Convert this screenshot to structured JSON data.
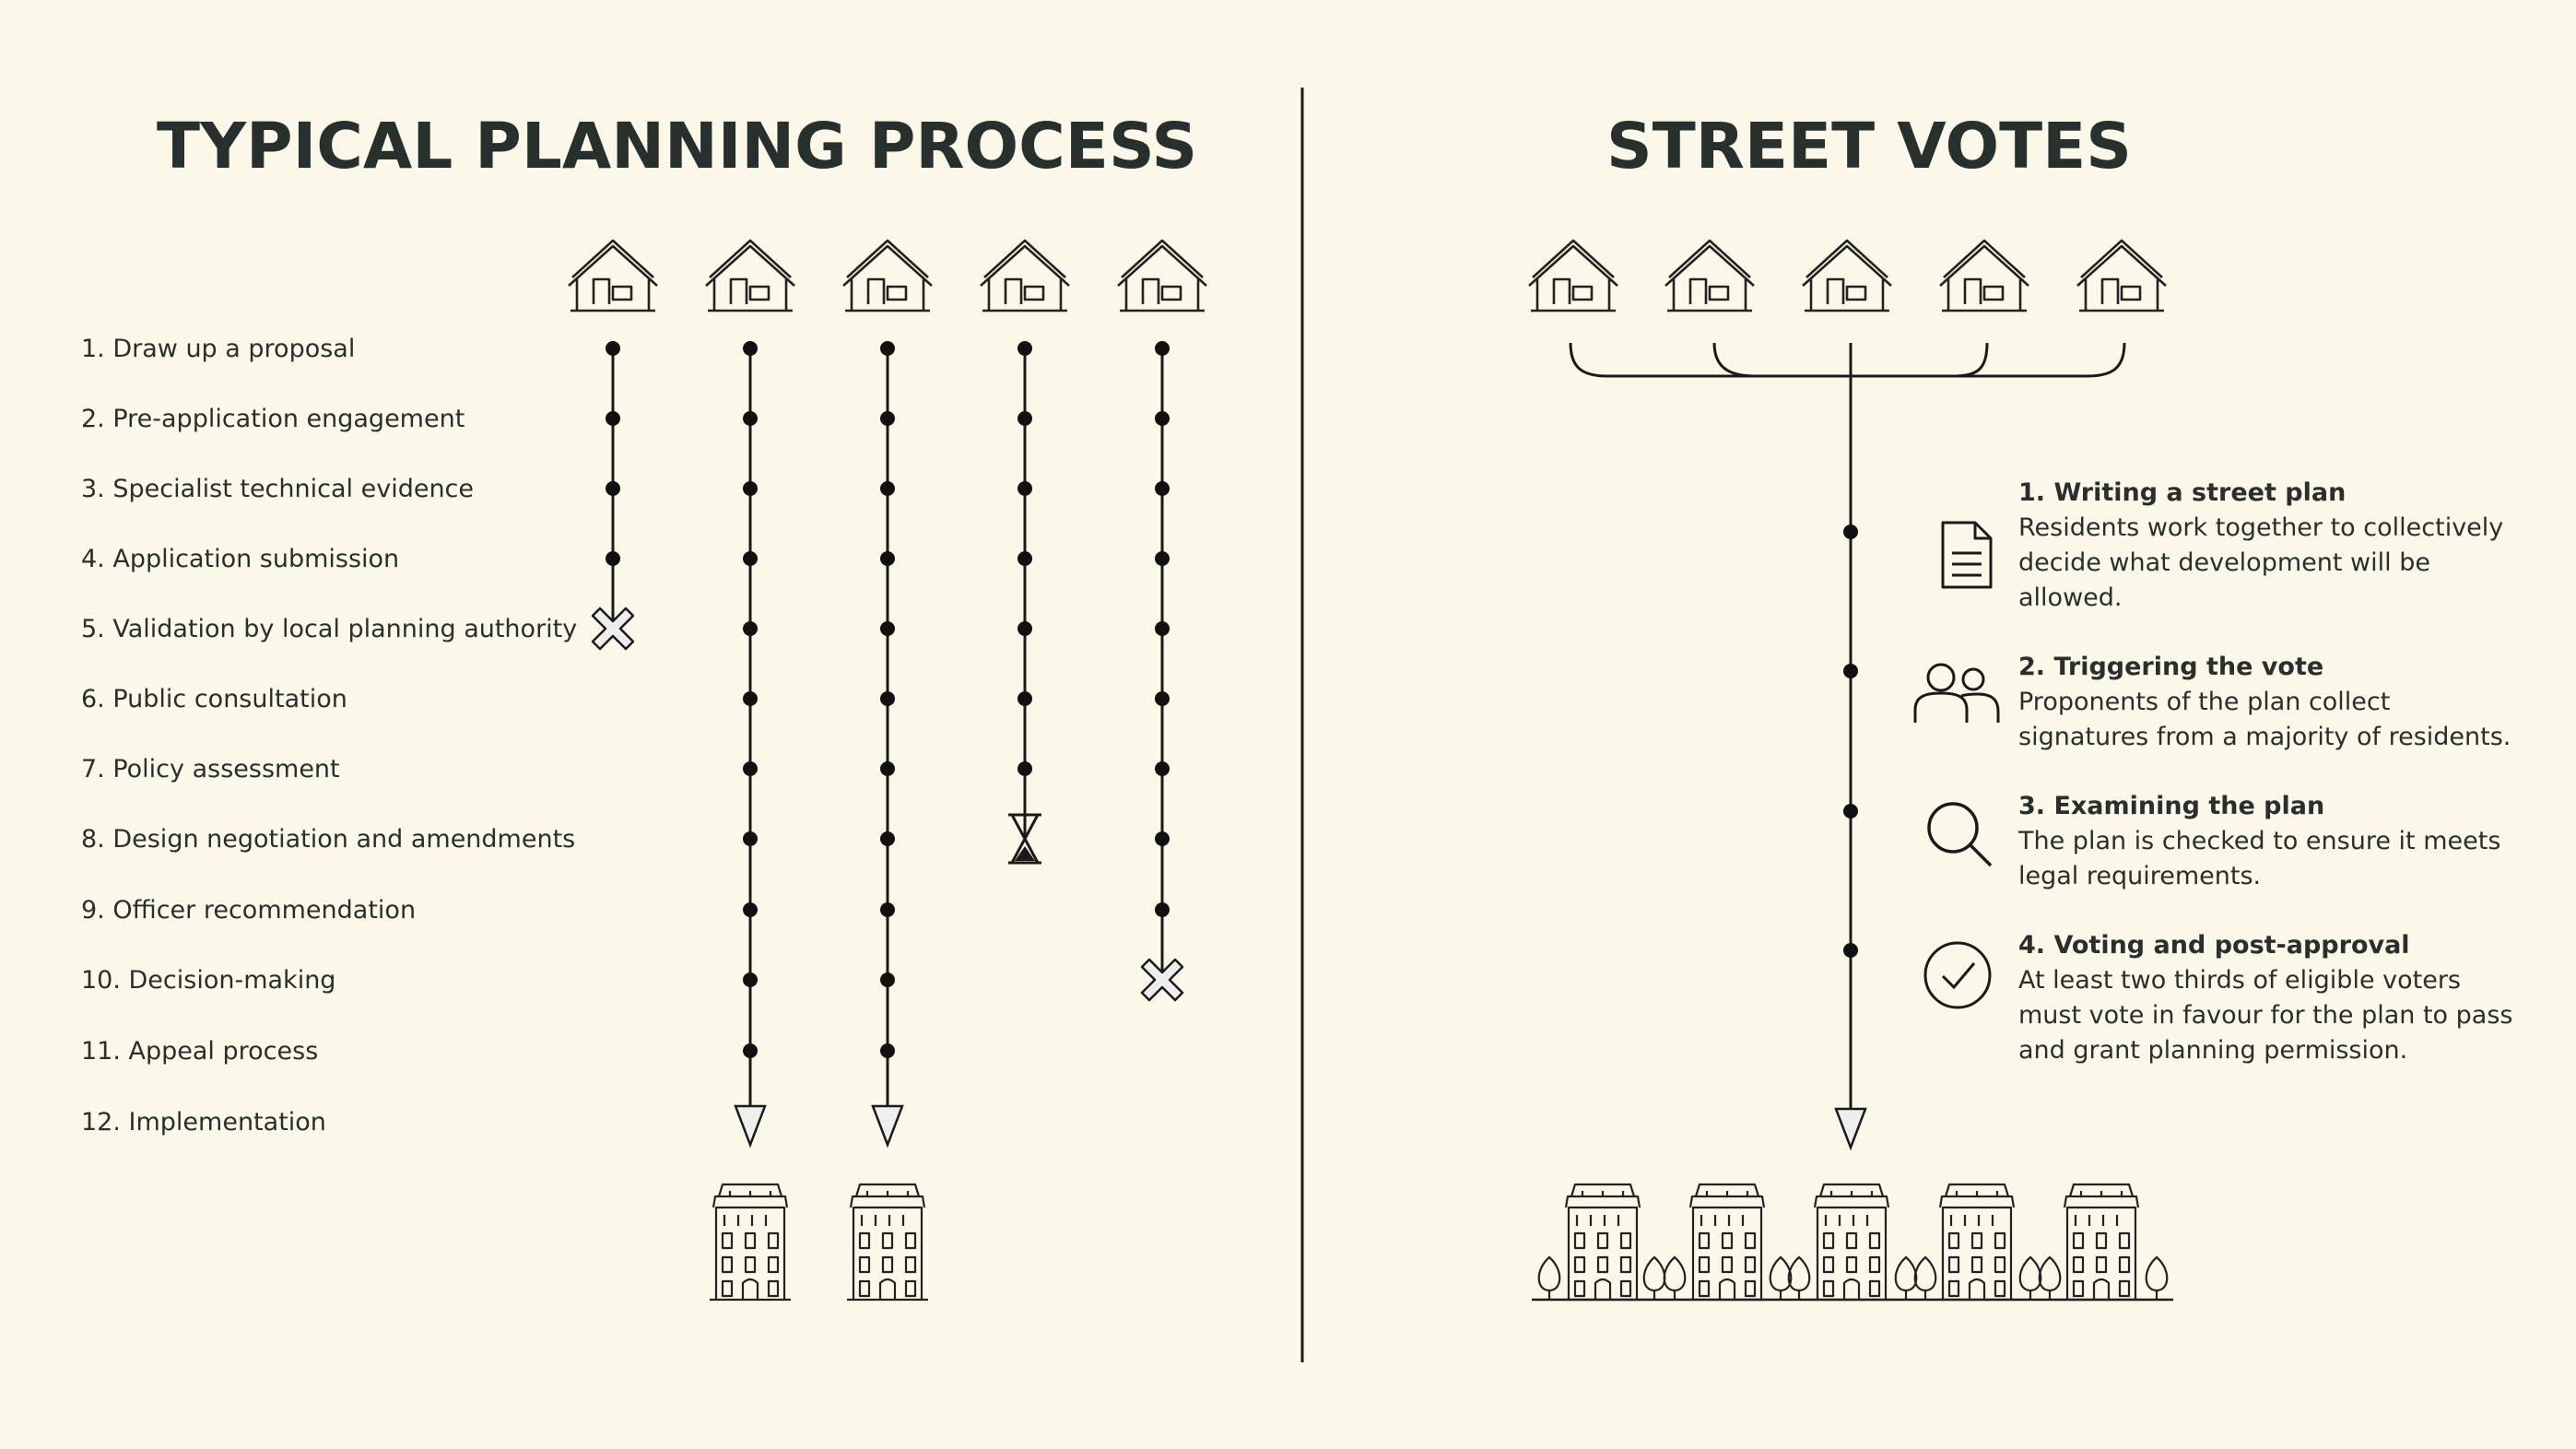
{
  "left_title": "TYPICAL PLANNING PROCESS",
  "right_title": "STREET VOTES",
  "steps": [
    "1. Draw up a proposal",
    "2. Pre-application engagement",
    "3. Specialist technical evidence",
    "4. Application submission",
    "5. Validation by local planning authority",
    "6. Public consultation",
    "7. Policy assessment",
    "8. Design negotiation and amendments",
    "9. Officer recommendation",
    "10. Decision-making",
    "11. Appeal process",
    "12. Implementation"
  ],
  "typical_paths": [
    {
      "reached_step": 5,
      "outcome": "rejected"
    },
    {
      "reached_step": 12,
      "outcome": "built"
    },
    {
      "reached_step": 12,
      "outcome": "built"
    },
    {
      "reached_step": 8,
      "outcome": "delayed"
    },
    {
      "reached_step": 10,
      "outcome": "rejected"
    }
  ],
  "street_vote_steps": [
    {
      "icon": "document-icon",
      "heading": "1. Writing a street plan",
      "lines": [
        "Residents work together to collectively",
        "decide what development will be",
        "allowed."
      ]
    },
    {
      "icon": "people-icon",
      "heading": "2. Triggering the vote",
      "lines": [
        "Proponents of the plan collect",
        "signatures from a majority of residents."
      ]
    },
    {
      "icon": "magnifier-icon",
      "heading": "3. Examining the plan",
      "lines": [
        "The plan is checked to ensure it meets",
        "legal requirements."
      ]
    },
    {
      "icon": "checkmark-circle-icon",
      "heading": "4. Voting and post-approval",
      "lines": [
        "At least two thirds of eligible voters",
        "must vote in favour for the plan to pass",
        "and grant planning permission."
      ]
    }
  ],
  "colors": {
    "background": "#fbf8e9",
    "ink": "#1a1a1a",
    "mark_fill": "#eeeeee"
  }
}
